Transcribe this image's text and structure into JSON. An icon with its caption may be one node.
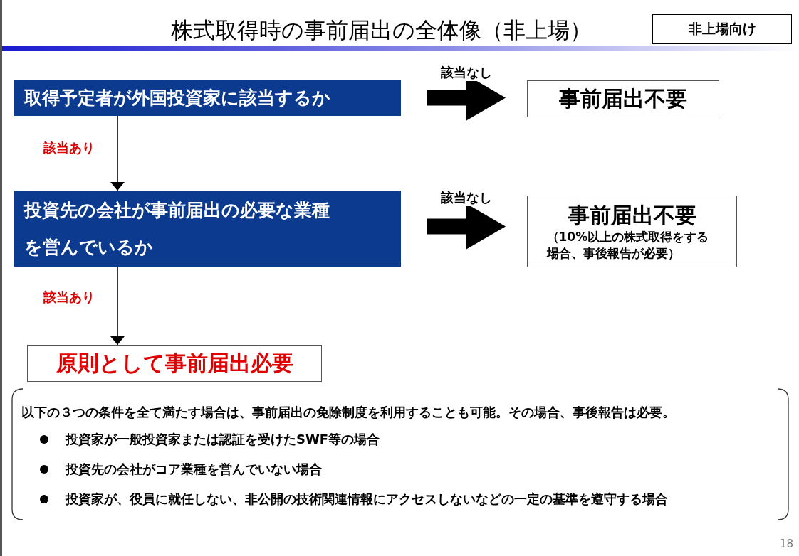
{
  "diagram": {
    "title": "株式取得時の事前届出の全体像（非上場）",
    "nodes": [
      {
        "text": [
          "非上場向け"
        ]
      },
      {
        "text": [
          "取得予定者が外国投資家に該当するか"
        ]
      },
      {
        "text": [
          "事前届出不要"
        ]
      },
      {
        "text": [
          "投資先の会社が事前届出の必要な業種を営んでいるか"
        ]
      },
      {
        "text": [
          "事前届出不要",
          "（10%以上の株式取得をする場合、事後報告が必要）"
        ]
      },
      {
        "text": [
          "原則として事前届出必要"
        ]
      },
      {
        "text": [
          "以下の３つの条件を全て満たす場合は、事前届出の免除制度を利用することも可能。その場合、事後報告は必要。",
          "投資家が一般投資家または認証を受けたSWF等の場合",
          "投資先の会社がコア業種を営んでいない場合",
          "投資家が、役員に就任しない、非公開の技術関連情報にアクセスしないなどの一定の基準を遵守する場合"
        ]
      }
    ],
    "edges": [
      {
        "from": 1,
        "to": 2,
        "arrow": "to",
        "label": "該当なし",
        "style": "thick"
      },
      {
        "from": 1,
        "to": 3,
        "arrow": "to",
        "label": "該当あり"
      },
      {
        "from": 3,
        "to": 4,
        "arrow": "to",
        "label": "該当なし",
        "style": "thick"
      },
      {
        "from": 3,
        "to": 5,
        "arrow": "to",
        "label": "該当あり"
      }
    ],
    "labels": [
      "18"
    ]
  }
}
